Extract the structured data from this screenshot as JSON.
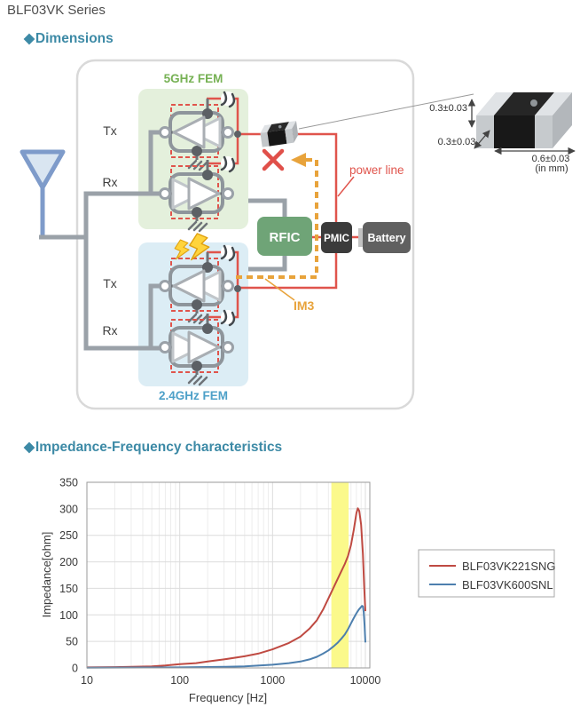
{
  "page": {
    "title": "BLF03VK Series"
  },
  "sections": {
    "dimensions": {
      "bullet": "◆",
      "heading": "Dimensions"
    },
    "impedance": {
      "bullet": "◆",
      "heading": "Impedance-Frequency characteristics"
    }
  },
  "colors": {
    "accent_teal": "#3d8aa6",
    "power_line_red": "#e0544c",
    "im3_orange": "#e8a33b",
    "fem5_green": "#76b154",
    "fem24_blue": "#4da0c8",
    "wire_gray": "#9aa1a8"
  },
  "diagram": {
    "fem5": {
      "label": "5GHz FEM",
      "tx": "Tx",
      "rx": "Rx"
    },
    "fem24": {
      "label": "2.4GHz FEM",
      "tx": "Tx",
      "rx": "Rx"
    },
    "blocks": {
      "rfic": "RFIC",
      "pmic": "PMIC",
      "battery": "Battery"
    },
    "annotations": {
      "power_line": "power line",
      "im3": "IM3"
    },
    "dimension_figure": {
      "height": "0.3±0.03",
      "depth": "0.3±0.03",
      "length": "0.6±0.03",
      "unit": "(in mm)"
    }
  },
  "chart_data": {
    "type": "line",
    "title": "",
    "xlabel": "Frequency [Hz]",
    "ylabel": "Impedance[ohm]",
    "x_scale": "log",
    "xlim": [
      10,
      10000
    ],
    "ylim": [
      0,
      350
    ],
    "xticks": [
      10,
      100,
      1000,
      10000
    ],
    "yticks": [
      0,
      50,
      100,
      150,
      200,
      250,
      300,
      350
    ],
    "grid": true,
    "legend_position": "right",
    "highlight_band": {
      "x0": 4300,
      "x1": 6600,
      "color": "#fbf98b"
    },
    "series": [
      {
        "name": "BLF03VK221SNG",
        "color": "#bf4a42",
        "x": [
          10,
          20,
          30,
          50,
          70,
          100,
          150,
          200,
          300,
          500,
          700,
          1000,
          1500,
          2000,
          2500,
          3000,
          3500,
          4000,
          4500,
          5000,
          5500,
          6000,
          6500,
          7000,
          7500,
          8000,
          8300,
          8600,
          9000,
          9400,
          9700,
          10000
        ],
        "y": [
          1,
          1.5,
          2,
          3,
          4.5,
          7,
          9,
          12,
          16,
          22,
          27,
          35,
          47,
          59,
          74,
          90,
          110,
          131,
          150,
          167,
          182,
          196,
          211,
          232,
          260,
          292,
          301,
          296,
          270,
          215,
          155,
          107
        ]
      },
      {
        "name": "BLF03VK600SNL",
        "color": "#4d7fae",
        "x": [
          10,
          100,
          300,
          500,
          1000,
          1500,
          2000,
          2500,
          3000,
          3500,
          4000,
          4500,
          5000,
          5500,
          6000,
          6500,
          7000,
          7500,
          8000,
          8500,
          9000,
          9200,
          9400,
          9600,
          9800,
          10000
        ],
        "y": [
          0.5,
          1,
          2,
          3,
          6,
          9,
          12,
          16,
          21,
          27,
          33,
          40,
          47,
          55,
          63,
          73,
          84,
          94,
          103,
          110,
          115,
          117,
          116,
          105,
          80,
          48
        ]
      }
    ]
  }
}
